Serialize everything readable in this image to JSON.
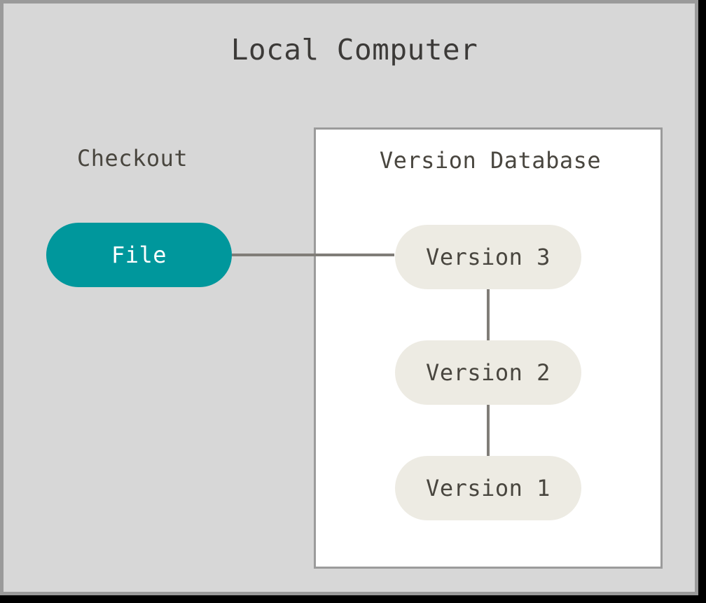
{
  "diagram": {
    "title": "Local Computer",
    "background_color": "#d7d7d7",
    "frame_color": "#9a9a9a",
    "edge_color": "#807d78"
  },
  "checkout": {
    "label": "Checkout",
    "node": {
      "label": "File",
      "fill_color": "#00979c",
      "text_color": "#ffffff",
      "shape": "pill"
    }
  },
  "version_database": {
    "title": "Version Database",
    "panel_background": "#ffffff",
    "panel_border_color": "#9b9b9b",
    "node_fill_color": "#edebe3",
    "node_text_color": "#49463f",
    "versions": [
      {
        "label": "Version 3"
      },
      {
        "label": "Version 2"
      },
      {
        "label": "Version 1"
      }
    ]
  },
  "connections": [
    {
      "from": "File",
      "to": "Version 3",
      "orientation": "horizontal"
    },
    {
      "from": "Version 3",
      "to": "Version 2",
      "orientation": "vertical"
    },
    {
      "from": "Version 2",
      "to": "Version 1",
      "orientation": "vertical"
    }
  ]
}
